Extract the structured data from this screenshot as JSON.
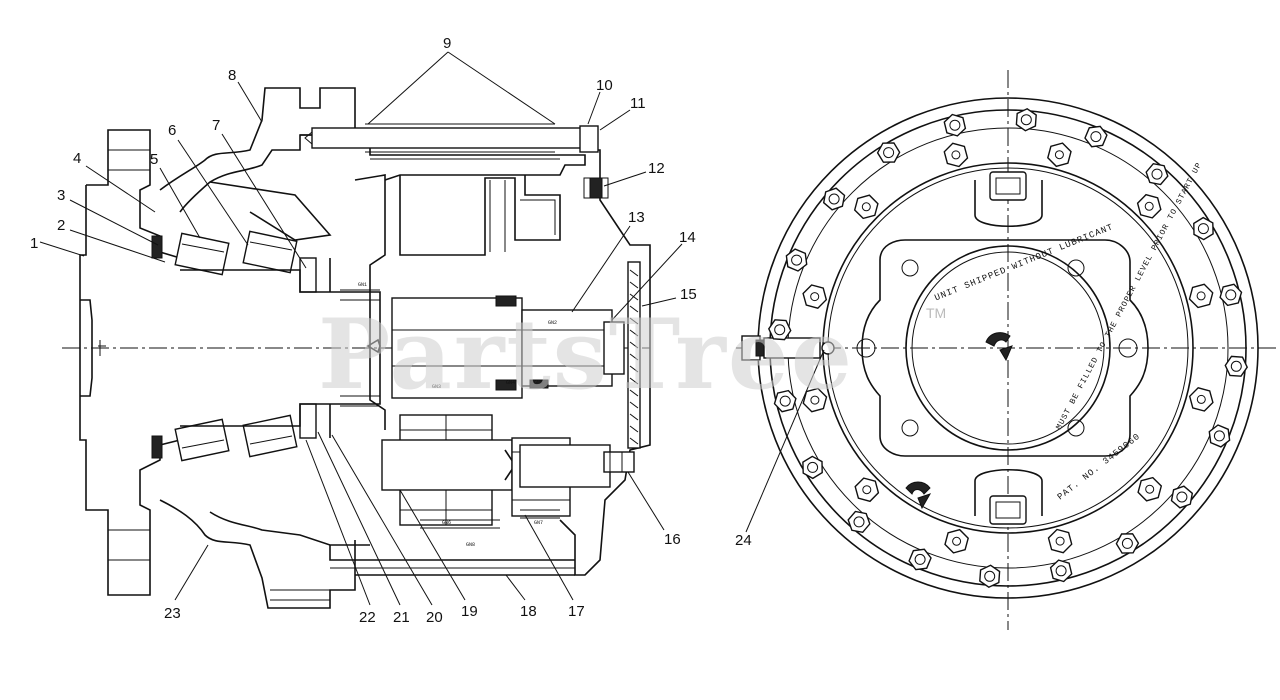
{
  "diagram": {
    "watermark": "PartsTree",
    "trademark": "TM",
    "callouts": [
      "1",
      "2",
      "3",
      "4",
      "5",
      "6",
      "7",
      "8",
      "9",
      "10",
      "11",
      "12",
      "13",
      "14",
      "15",
      "16",
      "17",
      "18",
      "19",
      "20",
      "21",
      "22",
      "23",
      "24"
    ],
    "ring_text_top": "UNIT SHIPPED WITHOUT LUBRICANT",
    "ring_text_right": "MUST BE FILLED TO THE PROPER LEVEL PRIOR TO START UP",
    "patent": "PAT. NO. 3459060"
  }
}
